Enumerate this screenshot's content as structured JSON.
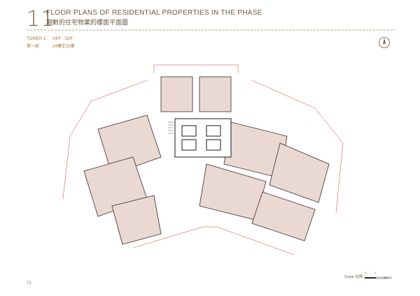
{
  "header": {
    "section_number": "11",
    "title_en": "FLOOR PLANS OF RESIDENTIAL PROPERTIES IN THE PHASE",
    "title_zh": "期數的住宅物業的樓面平面圖"
  },
  "floor_info": {
    "tower_en": "TOWER 1",
    "floors_en": "24/F - 32/F",
    "tower_zh": "第一座",
    "floors_zh": "24樓至32樓"
  },
  "scale": {
    "label": "Scale 比例 :",
    "tick_0": "0",
    "tick_2": "2",
    "tick_4": "4M(米)"
  },
  "page_number": "72",
  "colors": {
    "primary_text": "#6b5a3e",
    "gold": "#a07a3a",
    "plan_red": "#d23a3a",
    "unit_fill": "#ead9d2"
  },
  "icons": [
    "north-compass-icon"
  ]
}
